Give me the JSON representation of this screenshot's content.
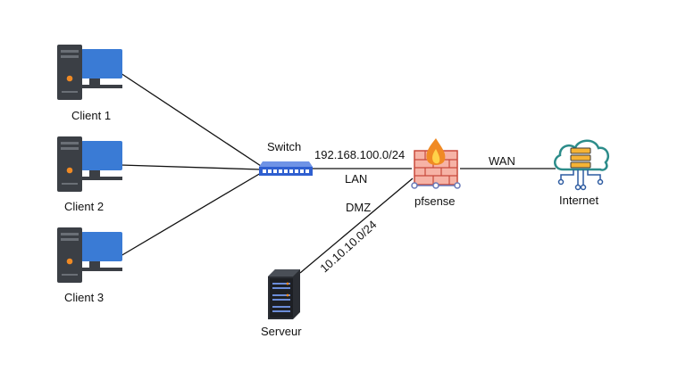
{
  "nodes": {
    "client1": {
      "label": "Client 1",
      "icon": "desktop-computer-icon"
    },
    "client2": {
      "label": "Client 2",
      "icon": "desktop-computer-icon"
    },
    "client3": {
      "label": "Client 3",
      "icon": "desktop-computer-icon"
    },
    "switch": {
      "label": "Switch",
      "icon": "network-switch-icon"
    },
    "pfsense": {
      "label": "pfsense",
      "icon": "firewall-icon"
    },
    "internet": {
      "label": "Internet",
      "icon": "cloud-server-icon"
    },
    "server": {
      "label": "Serveur",
      "icon": "server-rack-icon"
    }
  },
  "links": {
    "lan_subnet": "192.168.100.0/24",
    "lan": "LAN",
    "wan": "WAN",
    "dmz": "DMZ",
    "dmz_subnet": "10.10.10.0/24"
  },
  "colors": {
    "screen_blue": "#3a7bd5",
    "tower_dark": "#3b3f45",
    "accent_orange": "#f08a24",
    "switch_blue": "#2f5fd0",
    "firewall_brick": "#c84a3c",
    "cloud_teal": "#3fb6b2",
    "server_dark": "#2a2d33"
  }
}
